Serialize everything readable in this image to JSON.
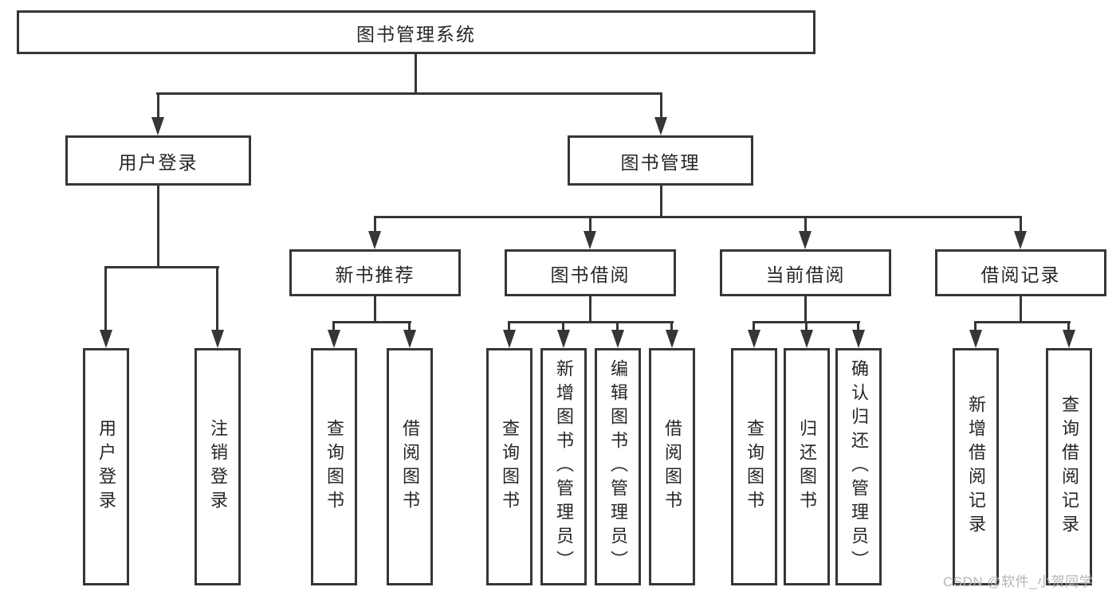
{
  "diagram_title": "图书管理系统",
  "nodes": {
    "root": {
      "label": "图书管理系统"
    },
    "level2": [
      {
        "label": "用户登录"
      },
      {
        "label": "图书管理"
      }
    ],
    "level3": [
      {
        "label": "新书推荐",
        "parent": "图书管理"
      },
      {
        "label": "图书借阅",
        "parent": "图书管理"
      },
      {
        "label": "当前借阅",
        "parent": "图书管理"
      },
      {
        "label": "借阅记录",
        "parent": "图书管理"
      }
    ],
    "leaves": [
      {
        "label": "用户登录",
        "parent": "用户登录"
      },
      {
        "label": "注销登录",
        "parent": "用户登录"
      },
      {
        "label": "查询图书",
        "parent": "新书推荐"
      },
      {
        "label": "借阅图书",
        "parent": "新书推荐"
      },
      {
        "label": "查询图书",
        "parent": "图书借阅"
      },
      {
        "label": "新增图书（管理员）",
        "parent": "图书借阅"
      },
      {
        "label": "编辑图书（管理员）",
        "parent": "图书借阅"
      },
      {
        "label": "借阅图书",
        "parent": "图书借阅"
      },
      {
        "label": "查询图书",
        "parent": "当前借阅"
      },
      {
        "label": "归还图书",
        "parent": "当前借阅"
      },
      {
        "label": "确认归还（管理员）",
        "parent": "当前借阅"
      },
      {
        "label": "新增借阅记录",
        "parent": "借阅记录"
      },
      {
        "label": "查询借阅记录",
        "parent": "借阅记录"
      }
    ]
  },
  "watermark": "CSDN @软件_小贺同学",
  "colors": {
    "line": "#363636",
    "box_border": "#363636",
    "text": "#262626",
    "background": "#ffffff",
    "watermark": "#b4b4bc"
  }
}
